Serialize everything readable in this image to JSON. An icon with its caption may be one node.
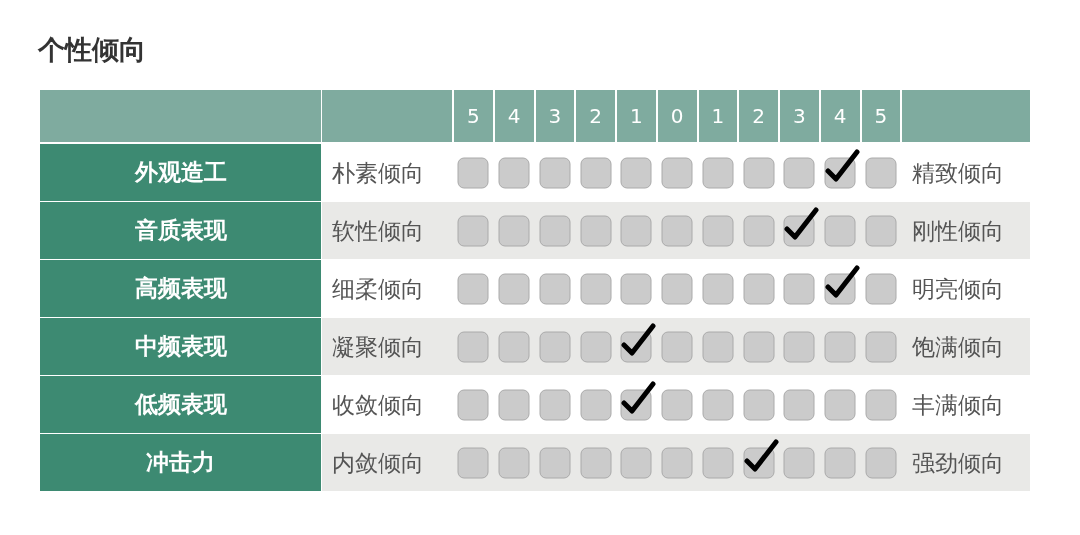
{
  "diagram": {
    "title": "个性倾向",
    "labels": [
      "5",
      "4",
      "3",
      "2",
      "1",
      "0",
      "1",
      "2",
      "3",
      "4",
      "5",
      "外观造工",
      "朴素倾向",
      "精致倾向",
      "音质表现",
      "软性倾向",
      "刚性倾向",
      "高频表现",
      "细柔倾向",
      "明亮倾向",
      "中频表现",
      "凝聚倾向",
      "饱满倾向",
      "低频表现",
      "收敛倾向",
      "丰满倾向",
      "冲击力",
      "内敛倾向",
      "强劲倾向"
    ]
  }
}
